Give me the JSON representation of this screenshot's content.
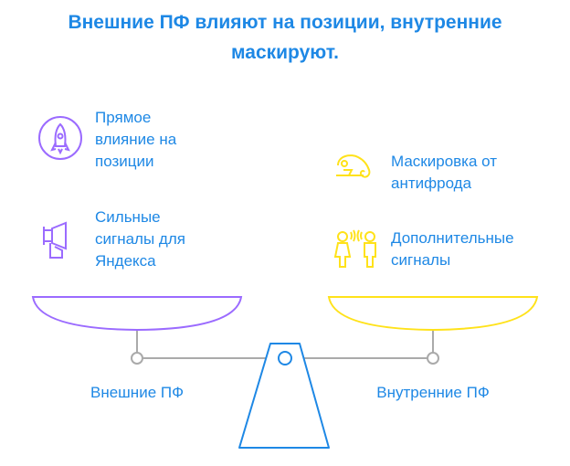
{
  "title": "Внешние ПФ влияют на позиции, внутренние маскируют.",
  "left": {
    "label": "Внешние ПФ",
    "color": "#9b6bff",
    "items": [
      {
        "text": "Прямое влияние на позиции",
        "icon": "rocket-icon"
      },
      {
        "text": "Сильные сигналы для Яндекса",
        "icon": "megaphone-icon"
      }
    ]
  },
  "right": {
    "label": "Внутренние ПФ",
    "color": "#ffe21a",
    "items": [
      {
        "text": "Маскировка от антифрода",
        "icon": "chameleon-icon"
      },
      {
        "text": "Дополнительные сигналы",
        "icon": "people-talking-icon"
      }
    ]
  },
  "fulcrum_color": "#1e88e5"
}
